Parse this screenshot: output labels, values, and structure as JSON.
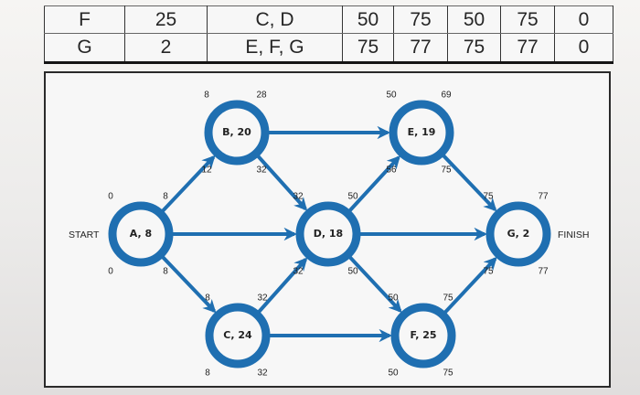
{
  "table": {
    "rows": [
      [
        "F",
        "25",
        "C, D",
        "50",
        "75",
        "50",
        "75",
        "0"
      ],
      [
        "G",
        "2",
        "E, F, G",
        "75",
        "77",
        "75",
        "77",
        "0"
      ]
    ]
  },
  "network": {
    "start_label": "START",
    "finish_label": "FINISH",
    "edge_color": "#1f6fb1",
    "nodes": [
      {
        "id": "A",
        "label": "A, 8",
        "es": "0",
        "ef": "8",
        "ls": "0",
        "lf": "8"
      },
      {
        "id": "B",
        "label": "B, 20",
        "es": "8",
        "ef": "28",
        "ls": "12",
        "lf": "32"
      },
      {
        "id": "C",
        "label": "C, 24",
        "es": "8",
        "ef": "32",
        "ls": "8",
        "lf": "32"
      },
      {
        "id": "D",
        "label": "D, 18",
        "es": "32",
        "ef": "50",
        "ls": "32",
        "lf": "50"
      },
      {
        "id": "E",
        "label": "E, 19",
        "es": "50",
        "ef": "69",
        "ls": "56",
        "lf": "75"
      },
      {
        "id": "F",
        "label": "F, 25",
        "es": "50",
        "ef": "75",
        "ls": "50",
        "lf": "75"
      },
      {
        "id": "G",
        "label": "G, 2",
        "es": "75",
        "ef": "77",
        "ls": "75",
        "lf": "77"
      }
    ],
    "edges": [
      {
        "from": "A",
        "to": "B"
      },
      {
        "from": "A",
        "to": "D"
      },
      {
        "from": "A",
        "to": "C"
      },
      {
        "from": "B",
        "to": "E"
      },
      {
        "from": "B",
        "to": "D"
      },
      {
        "from": "C",
        "to": "D"
      },
      {
        "from": "C",
        "to": "F"
      },
      {
        "from": "D",
        "to": "E"
      },
      {
        "from": "D",
        "to": "G"
      },
      {
        "from": "D",
        "to": "F"
      },
      {
        "from": "E",
        "to": "G"
      },
      {
        "from": "F",
        "to": "G"
      }
    ]
  }
}
